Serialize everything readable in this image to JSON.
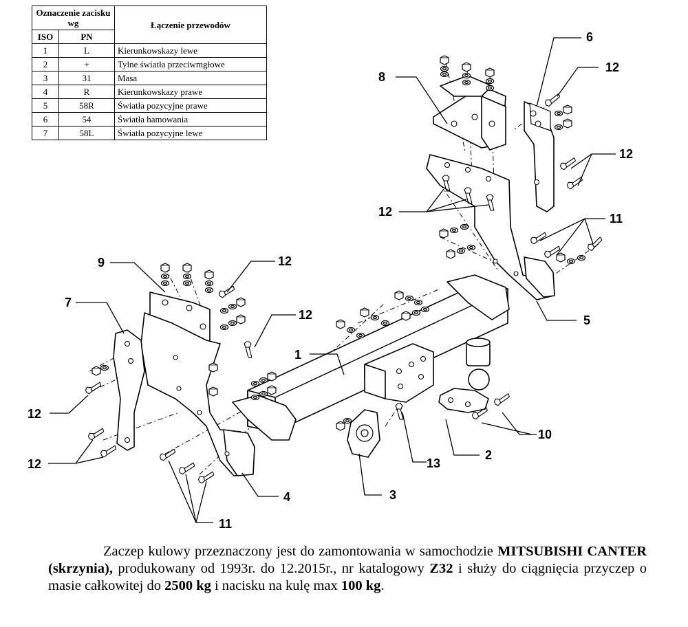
{
  "table": {
    "header_designation": "Oznaczenie zacisku wg",
    "header_connection": "Łączenie przewodów",
    "col_iso": "ISO",
    "col_pn": "PN",
    "rows": [
      {
        "iso": "1",
        "pn": "L",
        "desc": "Kierunkowskazy lewe"
      },
      {
        "iso": "2",
        "pn": "+",
        "desc": "Tylne światła przeciwmgłowe"
      },
      {
        "iso": "3",
        "pn": "31",
        "desc": "Masa"
      },
      {
        "iso": "4",
        "pn": "R",
        "desc": "Kierunkowskazy prawe"
      },
      {
        "iso": "5",
        "pn": "58R",
        "desc": "Światła pozycyjne prawe"
      },
      {
        "iso": "6",
        "pn": "54",
        "desc": "Światła hamowania"
      },
      {
        "iso": "7",
        "pn": "58L",
        "desc": "Światła pozycyjne lewe"
      }
    ]
  },
  "callouts": {
    "c1": "1",
    "c2": "2",
    "c3": "3",
    "c4": "4",
    "c5": "5",
    "c6": "6",
    "c7": "7",
    "c8": "8",
    "c9": "9",
    "c10": "10",
    "c11": "11",
    "c12": "12",
    "c13": "13"
  },
  "description": {
    "t1": "Zaczep kulowy przeznaczony jest do zamontowania w samochodzie ",
    "vehicle": "MITSUBISHI CANTER (skrzynia),",
    "t2": " produkowany od 1993r. do 12.2015r., nr katalogowy ",
    "catalog": "Z32",
    "t3": " i służy do ciągnięcia przyczep o masie całkowitej do ",
    "mass": "2500 kg",
    "t4": " i nacisku na kulę max ",
    "load": "100 kg",
    "t5": "."
  }
}
